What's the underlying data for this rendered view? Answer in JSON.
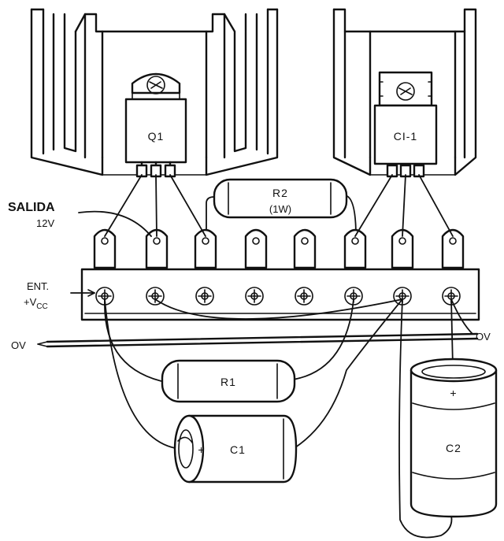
{
  "labels": {
    "q1": "Q1",
    "ci1": "CI-1",
    "r2_name": "R2",
    "r2_rating": "(1W)",
    "salida": "SALIDA",
    "salida_voltage": "12V",
    "ent": "ENT.",
    "vcc_prefix": "+V",
    "vcc_sub": "CC",
    "ov_left": "OV",
    "ov_right": "OV",
    "r1": "R1",
    "c1": "C1",
    "c1_polarity": "+",
    "c2": "C2",
    "c2_polarity": "+"
  }
}
